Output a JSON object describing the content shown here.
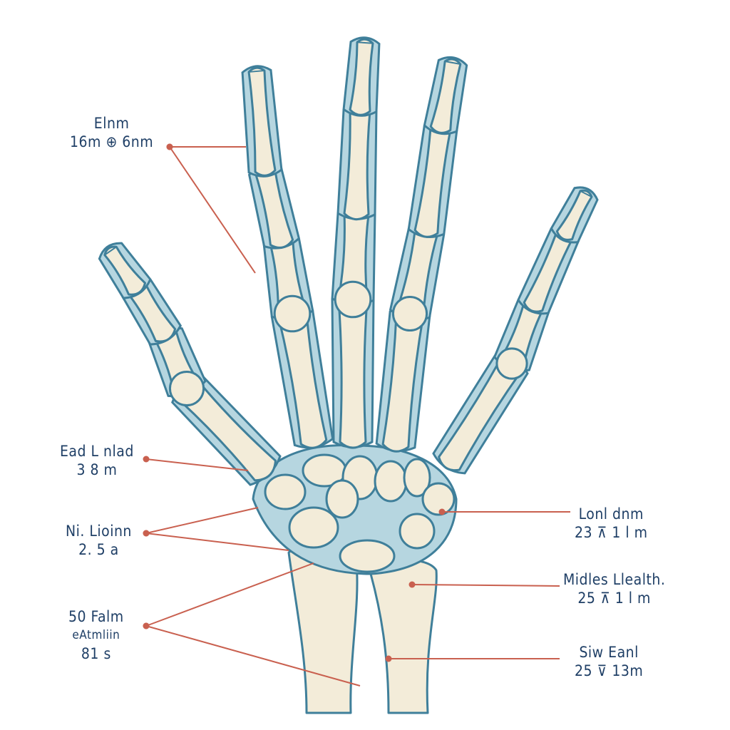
{
  "colors": {
    "bone_fill": "#f3ecd9",
    "bone_stroke": "#3f7f9a",
    "soft_tissue": "#b6d6e0",
    "leader": "#c9604f",
    "text": "#1f3f66"
  },
  "labels": {
    "top_left": {
      "line1": "Elnm",
      "line2": "16m ⊕ 6nm"
    },
    "mid_left": {
      "line1": "Ead L nlad",
      "line2": "3 8 m"
    },
    "left_2": {
      "line1": "Ni. Lioinn",
      "line2": "2. 5 a"
    },
    "bottom_left": {
      "line1": "50 Falm",
      "line2": "eAtmliin",
      "line3": "81 s"
    },
    "right_1": {
      "line1": "Lonl dnm",
      "line2": "23 ⊼ 1 l m"
    },
    "right_2": {
      "line1": "Midles Llealth.",
      "line2": "25 ⊼ 1 l m"
    },
    "right_3": {
      "line1": "Siw Eanl",
      "line2": "25 ⊽ 13m"
    }
  }
}
